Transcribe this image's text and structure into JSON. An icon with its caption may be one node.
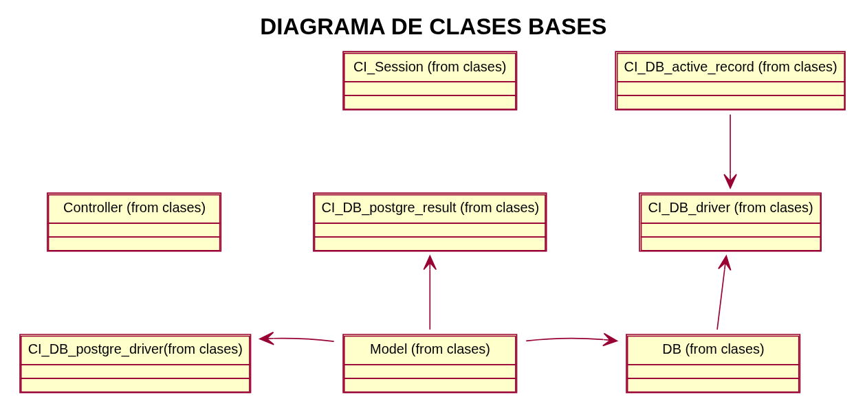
{
  "diagram": {
    "title": "DIAGRAMA DE CLASES BASES",
    "nodes": [
      {
        "text": [
          "CI_Session (from clases)"
        ]
      },
      {
        "text": [
          "CI_DB_active_record (from clases)"
        ]
      },
      {
        "text": [
          "Controller (from clases)"
        ]
      },
      {
        "text": [
          "CI_DB_postgre_result (from clases)"
        ]
      },
      {
        "text": [
          "CI_DB_driver (from clases)"
        ]
      },
      {
        "text": [
          "CI_DB_postgre_driver(from clases)"
        ]
      },
      {
        "text": [
          "Model (from clases)"
        ]
      },
      {
        "text": [
          "DB (from clases)"
        ]
      }
    ],
    "edges": [
      {
        "from": 1,
        "to": 4,
        "arrow": "to"
      },
      {
        "from": 6,
        "to": 3,
        "arrow": "to"
      },
      {
        "from": 6,
        "to": 5,
        "arrow": "to"
      },
      {
        "from": 6,
        "to": 7,
        "arrow": "to"
      },
      {
        "from": 7,
        "to": 4,
        "arrow": "to"
      }
    ]
  }
}
